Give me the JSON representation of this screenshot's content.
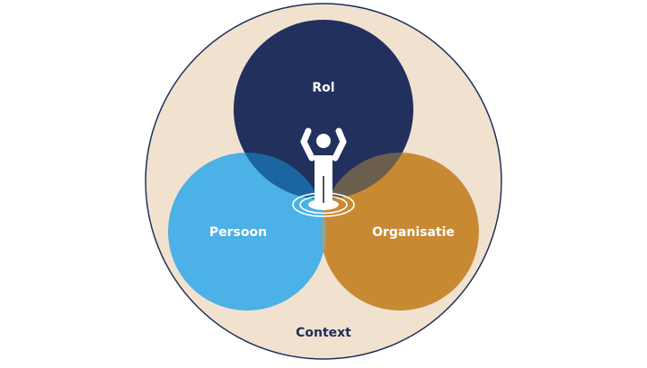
{
  "diagram": {
    "labels": {
      "rol": "Rol",
      "persoon": "Persoon",
      "organisatie": "Organisatie",
      "context": "Context"
    },
    "colors": {
      "context_fill": "#F1E2CF",
      "context_stroke": "#1F2D5A",
      "rol": "#22305D",
      "persoon": "#4BB1E6",
      "organisatie": "#C78A33",
      "rol_persoon": "#1B66A0",
      "rol_organisatie": "#6C5E4C",
      "persoon_organisatie": "#8EA79A",
      "center": "#2A2A33",
      "label_light": "#FFFFFF",
      "label_dark": "#1F2D5A",
      "figure": "#FFFFFF"
    },
    "icons": {
      "figure": "person-arms-raised-icon"
    }
  }
}
